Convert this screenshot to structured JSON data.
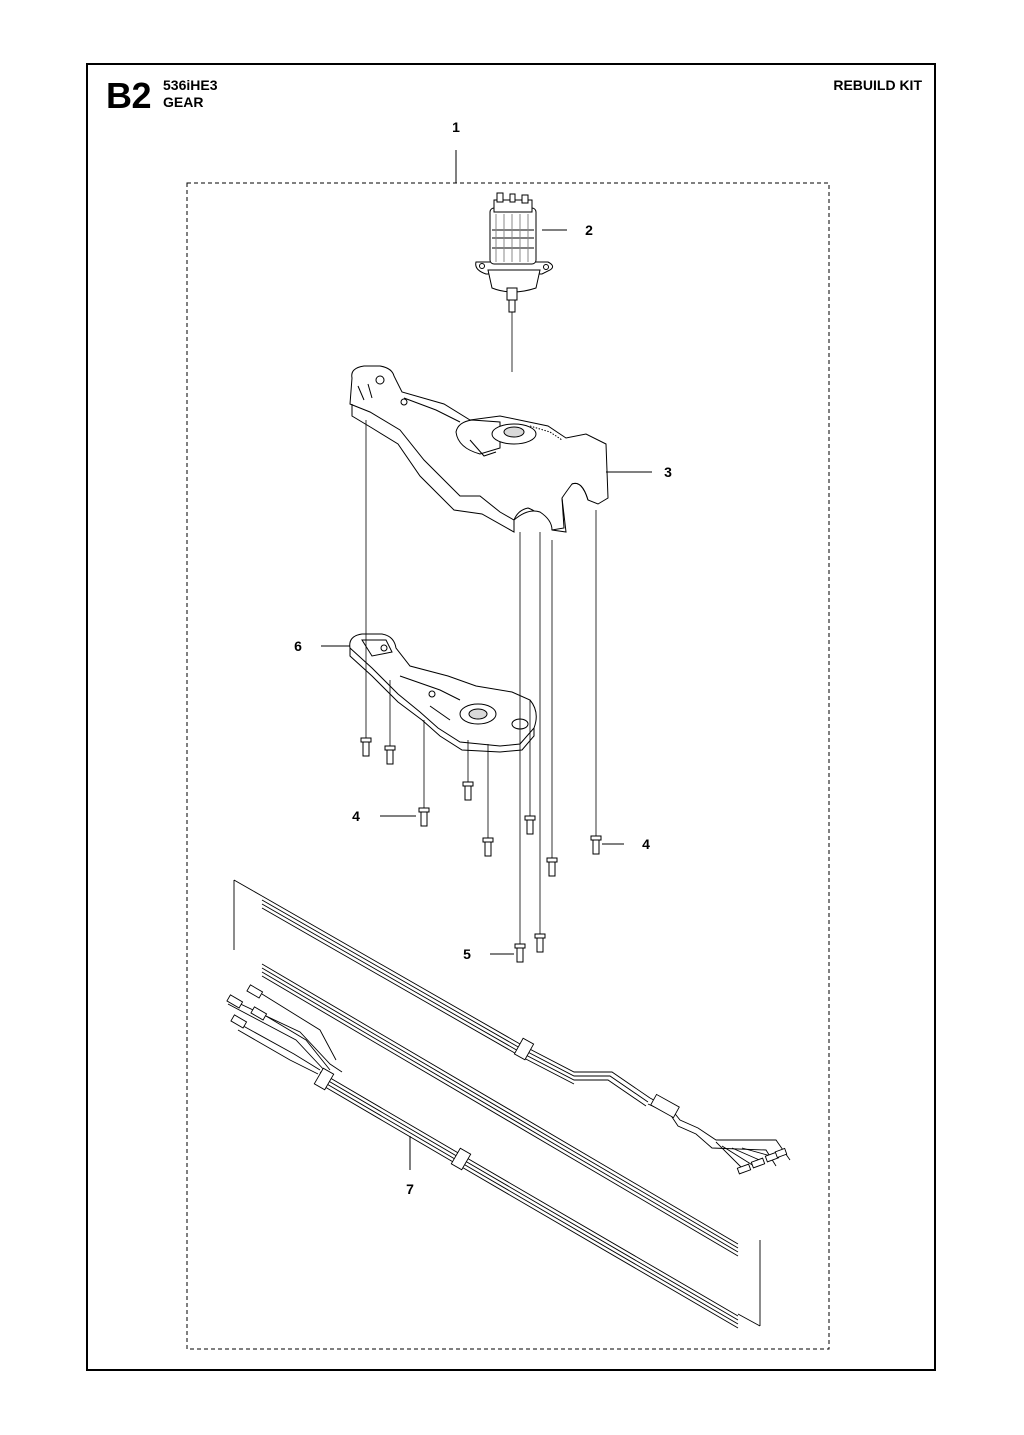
{
  "header": {
    "section_code": "B2",
    "model": "536iHE3",
    "group": "GEAR",
    "kit_label": "REBUILD KIT"
  },
  "callouts": {
    "kit": "1",
    "motor": "2",
    "gear_housing": "3",
    "screw_left": "4",
    "screw_right": "4",
    "screw_short": "5",
    "gear_cover": "6",
    "cable_harness": "7"
  },
  "colors": {
    "line": "#000000",
    "part_fill": "#ffffff",
    "shade": "#d9d9d9"
  }
}
